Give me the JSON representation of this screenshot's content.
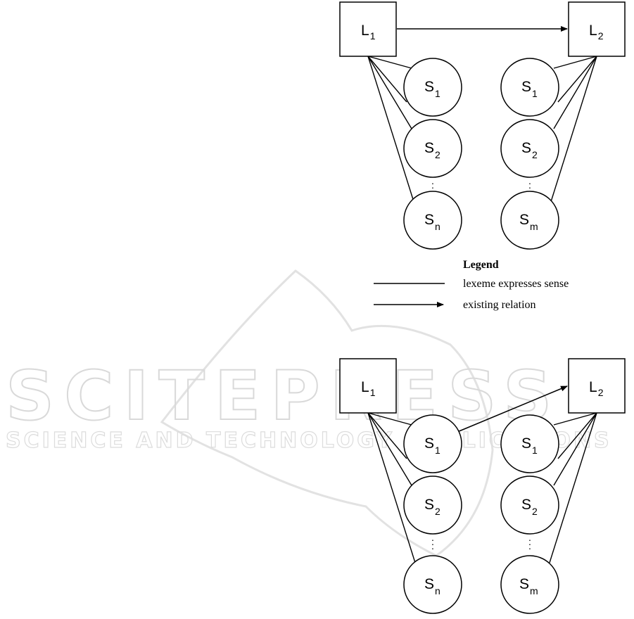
{
  "watermark": {
    "main": "SCITEPRESS",
    "sub": "SCIENCE AND TECHNOLOGY PUBLICATIONS"
  },
  "legend": {
    "title": "Legend",
    "line_label": "lexeme expresses sense",
    "arrow_label": "existing relation"
  },
  "diagrams": [
    {
      "lexemes": [
        {
          "base": "L",
          "sub": "1"
        },
        {
          "base": "L",
          "sub": "2"
        }
      ],
      "left_senses": [
        {
          "base": "S",
          "sub": "1"
        },
        {
          "base": "S",
          "sub": "2"
        },
        {
          "base": "S",
          "sub": "n"
        }
      ],
      "right_senses": [
        {
          "base": "S",
          "sub": "1"
        },
        {
          "base": "S",
          "sub": "2"
        },
        {
          "base": "S",
          "sub": "m"
        }
      ],
      "relation": "L1 -> L2"
    },
    {
      "lexemes": [
        {
          "base": "L",
          "sub": "1"
        },
        {
          "base": "L",
          "sub": "2"
        }
      ],
      "left_senses": [
        {
          "base": "S",
          "sub": "1"
        },
        {
          "base": "S",
          "sub": "2"
        },
        {
          "base": "S",
          "sub": "n"
        }
      ],
      "right_senses": [
        {
          "base": "S",
          "sub": "1"
        },
        {
          "base": "S",
          "sub": "2"
        },
        {
          "base": "S",
          "sub": "m"
        }
      ],
      "relation": "S1 -> L2"
    }
  ]
}
